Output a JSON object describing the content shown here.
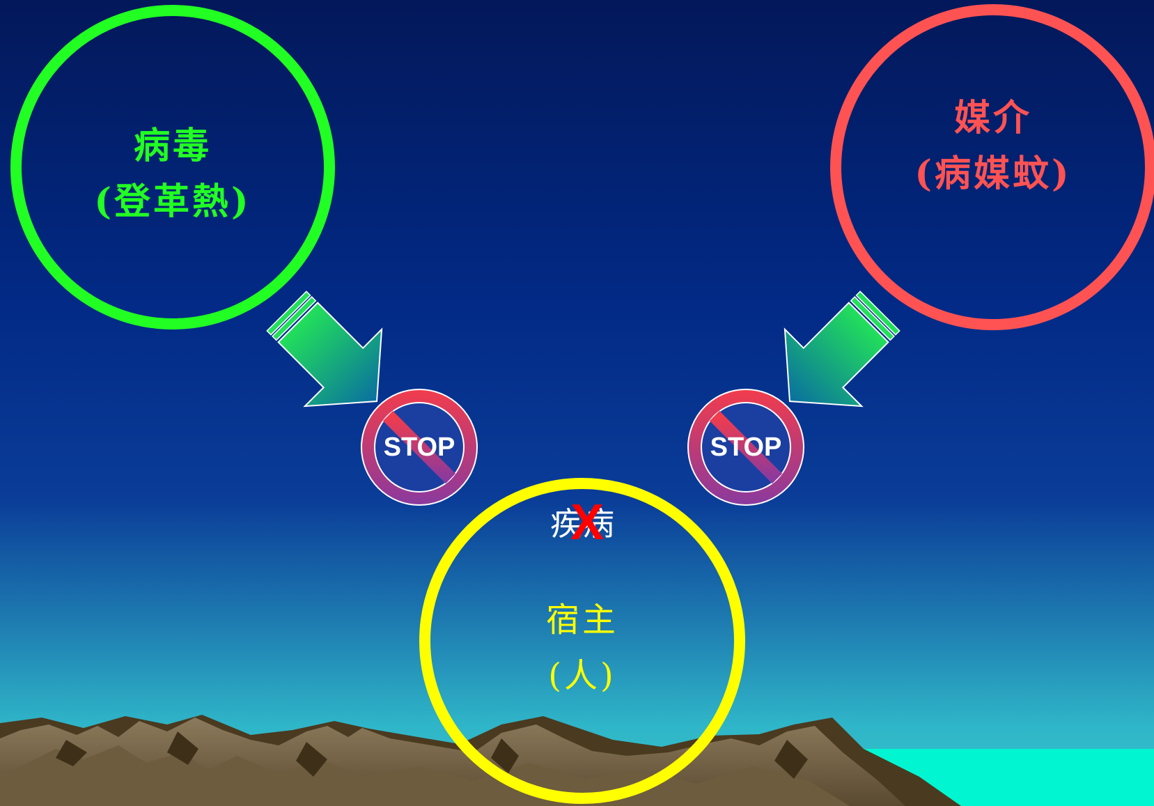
{
  "virus": {
    "title": "病毒",
    "subtitle": "(登革熱)"
  },
  "vector": {
    "title": "媒介",
    "subtitle": "(病媒蚊)"
  },
  "host": {
    "title": "宿主",
    "subtitle": "(人)"
  },
  "disease": {
    "label": "疾病",
    "cross": "X"
  },
  "stop_signs": [
    {
      "text": "STOP"
    },
    {
      "text": "STOP"
    }
  ],
  "colors": {
    "virus": "#22ff22",
    "vector": "#ff5353",
    "host": "#ffff00",
    "stop_ring": "#e8385a",
    "arrow": "#21b86a",
    "sea": "#00f5d0"
  }
}
